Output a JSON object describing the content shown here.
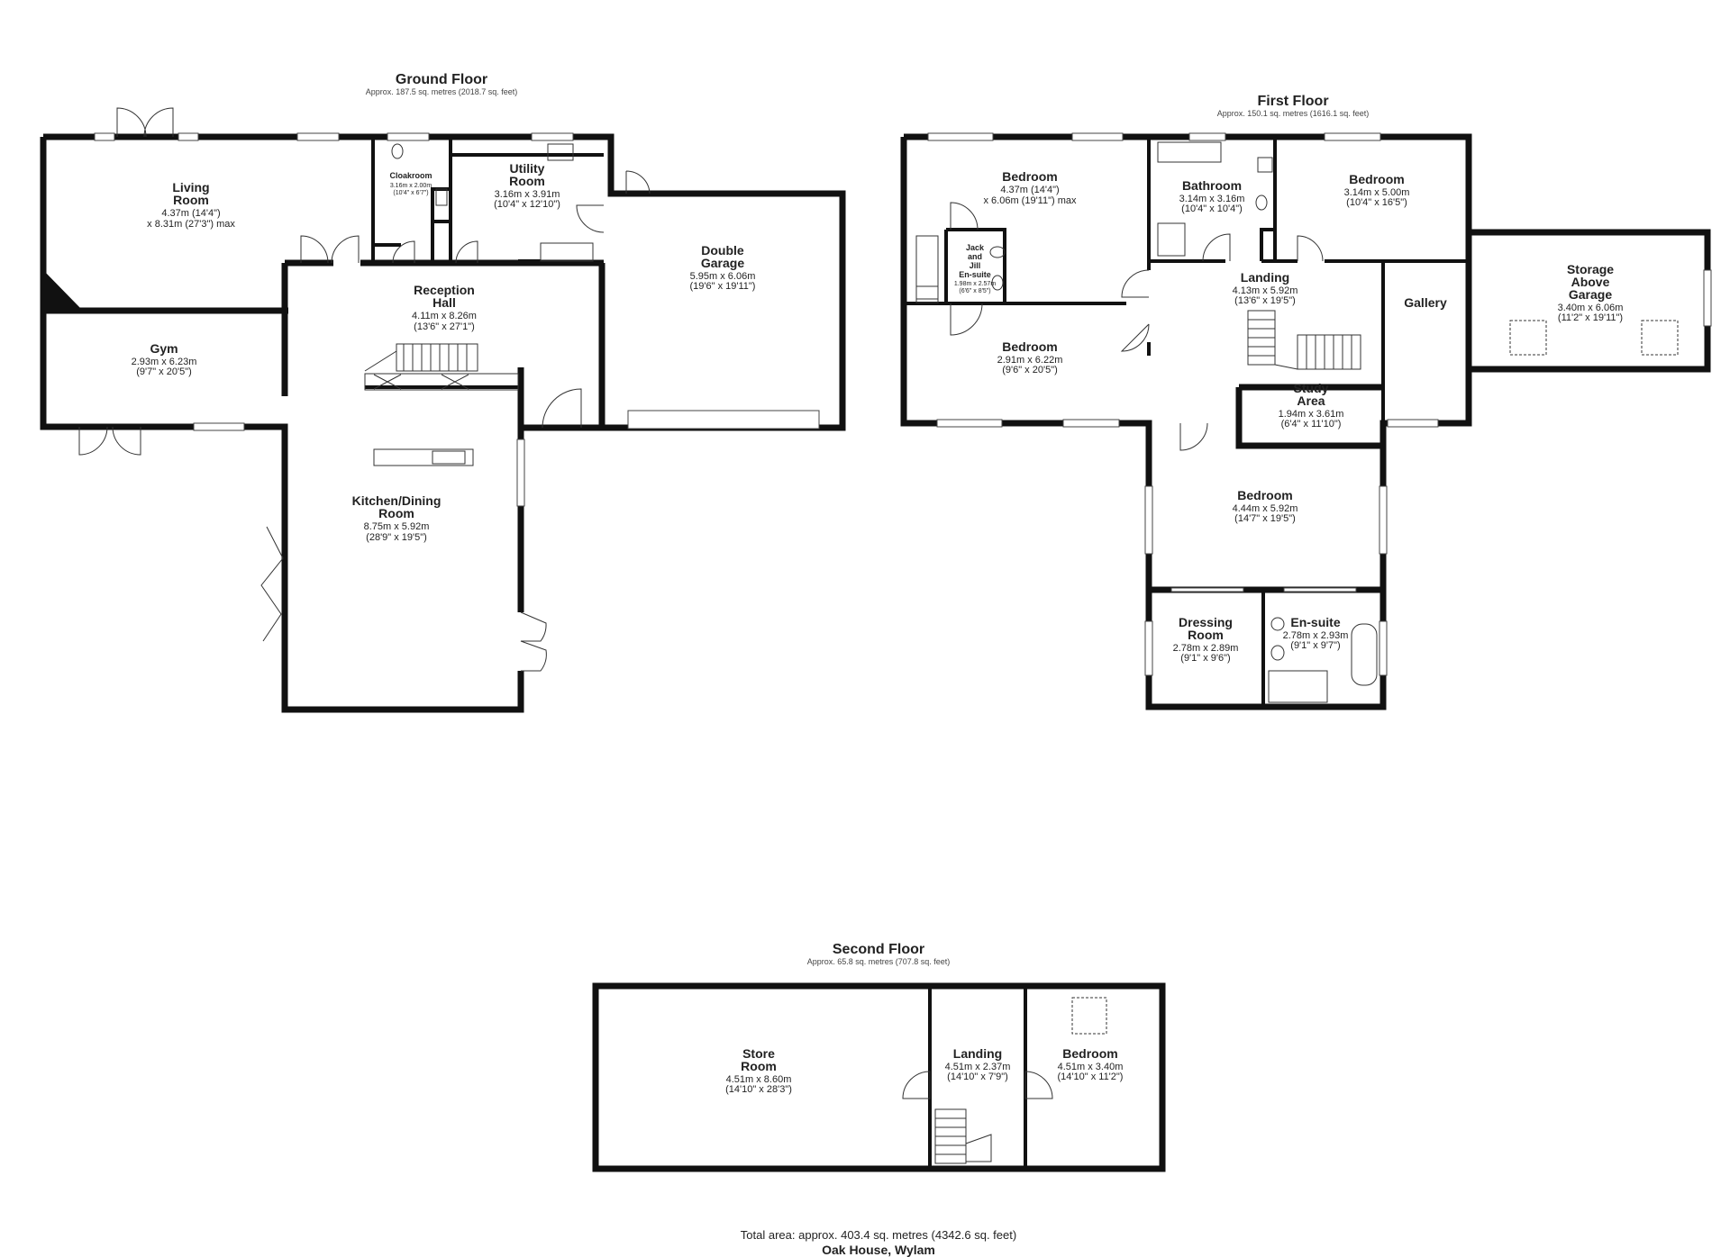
{
  "floors": {
    "ground": {
      "title": "Ground Floor",
      "area": "Approx. 187.5 sq. metres (2018.7 sq. feet)"
    },
    "first": {
      "title": "First Floor",
      "area": "Approx. 150.1 sq. metres (1616.1 sq. feet)"
    },
    "second": {
      "title": "Second Floor",
      "area": "Approx. 65.8 sq. metres (707.8 sq. feet)"
    }
  },
  "rooms": {
    "living": {
      "name1": "Living",
      "name2": "Room",
      "dim1": "4.37m (14'4\")",
      "dim2": "x 8.31m (27'3\") max"
    },
    "gym": {
      "name": "Gym",
      "dim1": "2.93m x 6.23m",
      "dim2": "(9'7\" x 20'5\")"
    },
    "cloakroom": {
      "name": "Cloakroom",
      "dim1": "3.16m x 2.00m",
      "dim2": "(10'4\" x 6'7\")"
    },
    "utility": {
      "name1": "Utility",
      "name2": "Room",
      "dim1": "3.16m x 3.91m",
      "dim2": "(10'4\" x 12'10\")"
    },
    "reception": {
      "name1": "Reception",
      "name2": "Hall",
      "dim1": "4.11m x 8.26m",
      "dim2": "(13'6\" x 27'1\")"
    },
    "garage": {
      "name1": "Double",
      "name2": "Garage",
      "dim1": "5.95m x 6.06m",
      "dim2": "(19'6\" x 19'11\")"
    },
    "kitchen": {
      "name1": "Kitchen/Dining",
      "name2": "Room",
      "dim1": "8.75m x 5.92m",
      "dim2": "(28'9\" x 19'5\")"
    },
    "bed1": {
      "name": "Bedroom",
      "dim1": "4.37m (14'4\")",
      "dim2": "x 6.06m (19'11\") max"
    },
    "jackjill": {
      "name1": "Jack",
      "name2": "and",
      "name3": "Jill",
      "name4": "En-suite",
      "dim1": "1.98m x 2.57m",
      "dim2": "(6'6\" x 8'5\")"
    },
    "bathroom": {
      "name": "Bathroom",
      "dim1": "3.14m x 3.16m",
      "dim2": "(10'4\" x 10'4\")"
    },
    "bed2": {
      "name": "Bedroom",
      "dim1": "3.14m x 5.00m",
      "dim2": "(10'4\" x 16'5\")"
    },
    "bed3": {
      "name": "Bedroom",
      "dim1": "2.91m x 6.22m",
      "dim2": "(9'6\" x 20'5\")"
    },
    "landing1": {
      "name": "Landing",
      "dim1": "4.13m x 5.92m",
      "dim2": "(13'6\" x 19'5\")"
    },
    "gallery": {
      "name": "Gallery"
    },
    "storage": {
      "name1": "Storage",
      "name2": "Above",
      "name3": "Garage",
      "dim1": "3.40m x 6.06m",
      "dim2": "(11'2\" x 19'11\")"
    },
    "study": {
      "name1": "Study",
      "name2": "Area",
      "dim1": "1.94m x 3.61m",
      "dim2": "(6'4\" x 11'10\")"
    },
    "bed4": {
      "name": "Bedroom",
      "dim1": "4.44m x 5.92m",
      "dim2": "(14'7\" x 19'5\")"
    },
    "dressing": {
      "name1": "Dressing",
      "name2": "Room",
      "dim1": "2.78m x 2.89m",
      "dim2": "(9'1\" x 9'6\")"
    },
    "ensuite": {
      "name": "En-suite",
      "dim1": "2.78m x 2.93m",
      "dim2": "(9'1\" x 9'7\")"
    },
    "store": {
      "name1": "Store",
      "name2": "Room",
      "dim1": "4.51m x 8.60m",
      "dim2": "(14'10\" x 28'3\")"
    },
    "landing2": {
      "name": "Landing",
      "dim1": "4.51m x 2.37m",
      "dim2": "(14'10\" x 7'9\")"
    },
    "bed5": {
      "name": "Bedroom",
      "dim1": "4.51m x 3.40m",
      "dim2": "(14'10\" x 11'2\")"
    }
  },
  "footer": {
    "total": "Total area: approx. 403.4 sq. metres (4342.6 sq. feet)",
    "property": "Oak House, Wylam"
  }
}
